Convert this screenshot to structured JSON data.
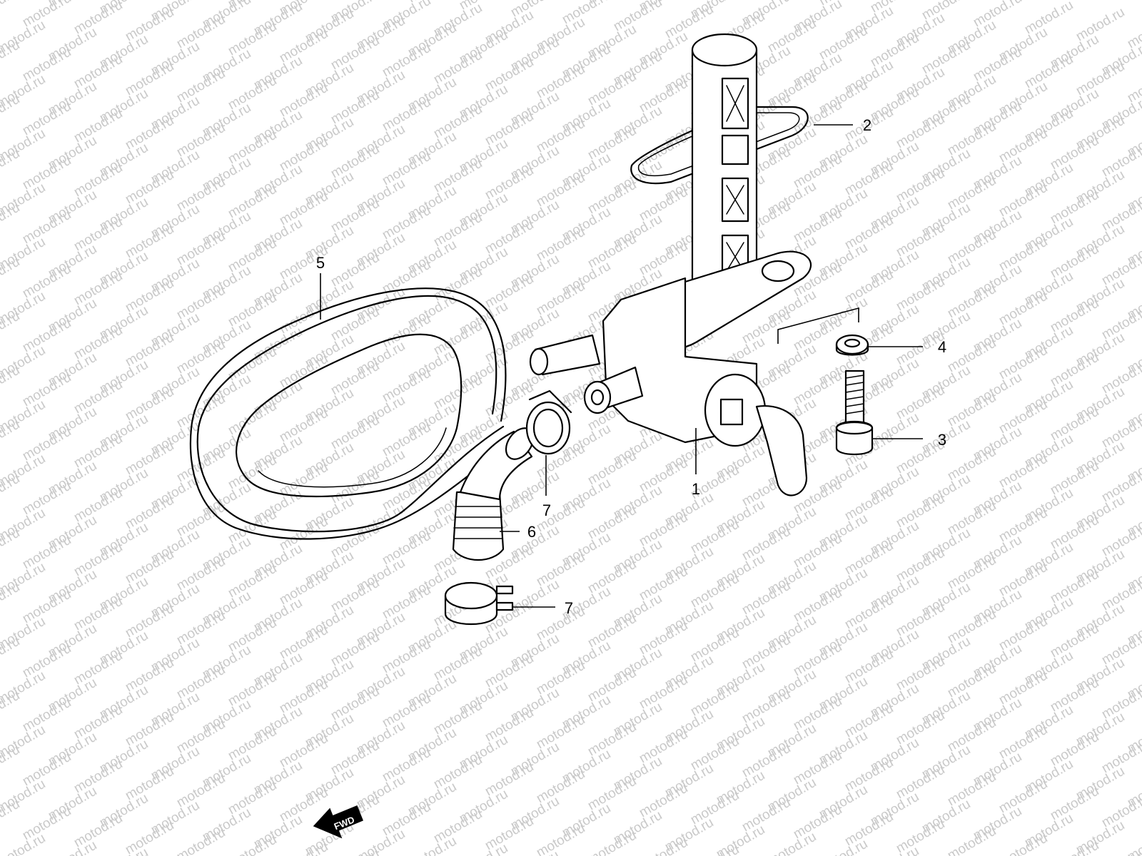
{
  "watermark": "motod.ru",
  "callouts": {
    "c1": "1",
    "c2": "2",
    "c3": "3",
    "c4": "4",
    "c5": "5",
    "c6": "6",
    "c7a": "7",
    "c7b": "7"
  },
  "direction_label": "FWD",
  "colors": {
    "line": "#000000",
    "background": "#ffffff",
    "watermark": "#c9c9c9"
  }
}
